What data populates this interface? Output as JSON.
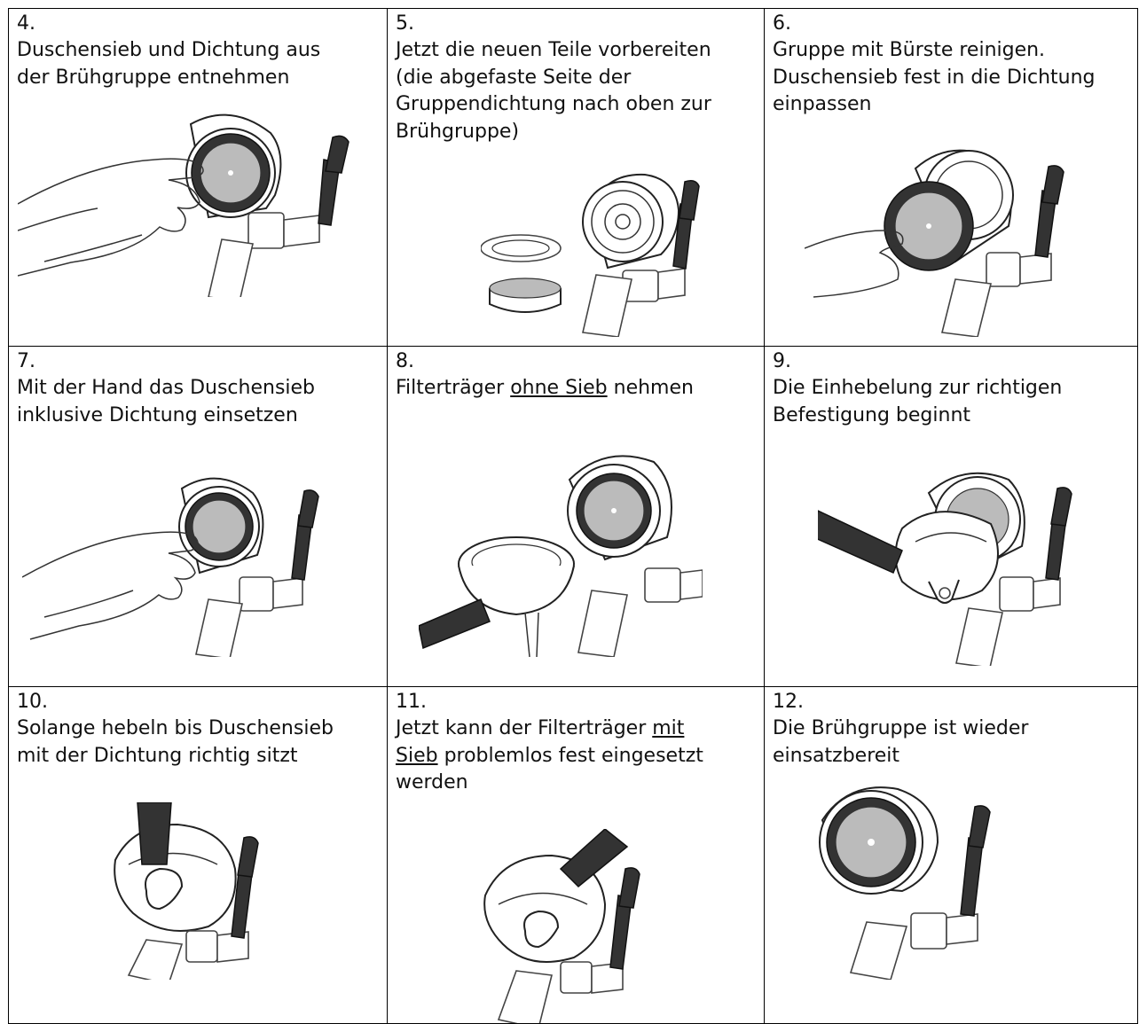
{
  "steps": [
    {
      "num": "4.",
      "text": "Duschensieb und Dichtung aus\nder Brühgruppe entnehmen"
    },
    {
      "num": "5.",
      "text": "Jetzt die neuen Teile vorbereiten\n(die abgefaste Seite der\nGruppendichtung nach oben zur\nBrühgruppe)"
    },
    {
      "num": "6.",
      "text": "Gruppe mit Bürste reinigen.\nDuschensieb fest in die Dichtung\neinpassen"
    },
    {
      "num": "7.",
      "text": "Mit der Hand das Duschensieb\ninklusive Dichtung einsetzen"
    },
    {
      "num": "8.",
      "text_before": "Filterträger ",
      "text_underlined": "ohne Sieb",
      "text_after": " nehmen"
    },
    {
      "num": "9.",
      "text": "Die Einhebelung zur richtigen\nBefestigung beginnt"
    },
    {
      "num": "10.",
      "text": "Solange hebeln bis Duschensieb\nmit der Dichtung richtig sitzt"
    },
    {
      "num": "11.",
      "text_before": "Jetzt kann der Filterträger ",
      "text_underlined": "mit\nSieb",
      "text_after": " problemlos fest eingesetzt\nwerden"
    },
    {
      "num": "12.",
      "text": "Die Brühgruppe ist wieder\neinsatzbereit"
    }
  ]
}
